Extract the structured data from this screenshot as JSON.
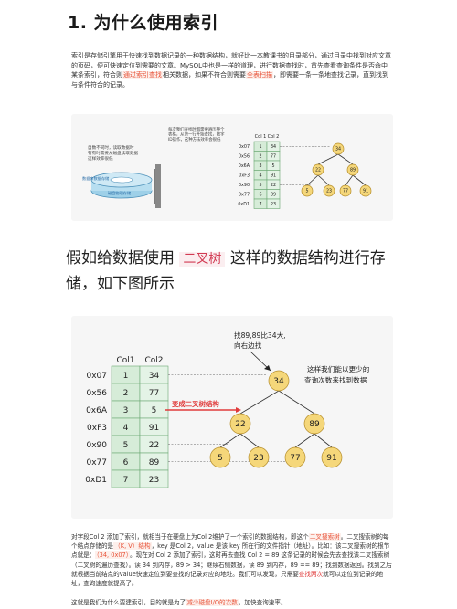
{
  "heading": "1. 为什么使用索引",
  "para1": {
    "t1": "索引是存储引擎用于快速找到数据记录的一种数据结构，就好比一本教课书的目录部分，通过目录中找到对应文章的页码，便可快速定位到需要的文章。MySQL中也是一样的道理，进行数据查找时，首先查看查询条件是否命中某条索引，符合则",
    "h1": "通过索引查找",
    "t2": "相关数据，如果不符合则需要",
    "h2": "全表扫描",
    "t3": "，即需要一条一条地查找记录，直到找到与条件符合的记录。"
  },
  "fig1": {
    "left_note": "假如没有索引，读取数据时有时需要从磁盘读取数据，这样效率很低",
    "disk_label": "数据库数据存储",
    "disk_sub": "磁盘物理存储",
    "top_note": "每次我们查找时都需要遍历整个表格，从第一行开始查找，数字ID操作，这种方法效率会很低",
    "col1": "Col 1",
    "col2": "Col 2",
    "rows": [
      {
        "addr": "0x07",
        "c1": "1",
        "c2": "34"
      },
      {
        "addr": "0x56",
        "c1": "2",
        "c2": "77"
      },
      {
        "addr": "0x6A",
        "c1": "3",
        "c2": "5"
      },
      {
        "addr": "0xF3",
        "c1": "4",
        "c2": "91"
      },
      {
        "addr": "0x90",
        "c1": "5",
        "c2": "22"
      },
      {
        "addr": "0x77",
        "c1": "6",
        "c2": "89"
      },
      {
        "addr": "0xD1",
        "c1": "7",
        "c2": "23"
      }
    ],
    "nodes": [
      "34",
      "22",
      "89",
      "5",
      "23",
      "77",
      "91"
    ]
  },
  "mid": {
    "t1": "假如给数据使用",
    "tag": "二叉树",
    "t2": "这样的数据结构进行存储，如下图所示"
  },
  "fig2": {
    "search_note_1": "找89,89比34大,",
    "search_note_2": "向右边找",
    "right_note_1": "这样我们能以更少的",
    "right_note_2": "查询次数来找到数据",
    "btree_label": "变成二叉树结构",
    "col1": "Col1",
    "col2": "Col2",
    "rows": [
      {
        "addr": "0x07",
        "c1": "1",
        "c2": "34"
      },
      {
        "addr": "0x56",
        "c1": "2",
        "c2": "77"
      },
      {
        "addr": "0x6A",
        "c1": "3",
        "c2": "5"
      },
      {
        "addr": "0xF3",
        "c1": "4",
        "c2": "91"
      },
      {
        "addr": "0x90",
        "c1": "5",
        "c2": "22"
      },
      {
        "addr": "0x77",
        "c1": "6",
        "c2": "89"
      },
      {
        "addr": "0xD1",
        "c1": "7",
        "c2": "23"
      }
    ],
    "nodes": [
      "34",
      "22",
      "89",
      "5",
      "23",
      "77",
      "91"
    ]
  },
  "para2": {
    "t1": "对字段Col 2 添加了索引，就相当于在硬盘上为Col 2维护了一个索引的数据结构，即这个",
    "h1": "二叉搜索树",
    "t2": "。二叉搜索树的每个结点存储的是",
    "h2": "（K, V）结构",
    "t3": "，key 是Col 2，value 是该 key 所在行的文件指针（地址）。比如：该二叉搜索树的根节点就是：",
    "h3": "（34, 0x07）",
    "t4": "。现在对 Col 2 添加了索引，这时再去查找 Col 2 = 89 这条记录的时候会先去查找该二叉搜索树（二叉树的遍历查找）。读 34 到内存，89 > 34；继续右侧数据，读 89 到内存，89 == 89；找到数据返回。找到之后就根据当前结点的value快速定位到要查找的记录对应的地址。我们可以发现，只需要",
    "h4": "查找两次",
    "t5": "就可以定位到记录的地址，查询速度就提高了。"
  },
  "para3": {
    "t1": "这就是我们为什么要建索引，目的就是为了",
    "h1": "减少磁盘I/O的次数",
    "t2": "，加快查询速率。"
  }
}
